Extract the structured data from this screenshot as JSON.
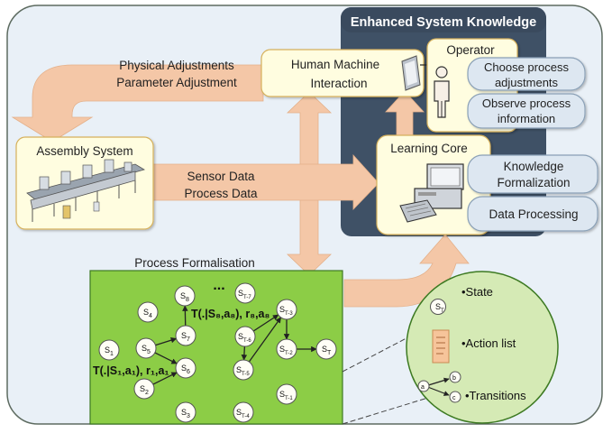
{
  "colors": {
    "panel_bg": "#e9f0f7",
    "panel_border": "#5d6b60",
    "enhanced_bg": "#3f5166",
    "enhanced_title": "#ffffff",
    "node_fill": "#fffde0",
    "node_border": "#d6b15c",
    "arrow_fill": "#f4c7a7",
    "green": "#8ccd46",
    "green_border": "#3d7a22",
    "pill_fill": "#dde7f1",
    "pill_border": "#8aa0b6",
    "circle_zoom": "#d5eab5"
  },
  "enhanced": {
    "title": "Enhanced System Knowledge"
  },
  "hmi": {
    "label_line1": "Human Machine",
    "label_line2": "Interaction"
  },
  "operator": {
    "label": "Operator",
    "icon": "person-icon",
    "actions": [
      {
        "line1": "Choose process",
        "line2": "adjustments"
      },
      {
        "line1": "Observe process",
        "line2": "information"
      }
    ]
  },
  "learning_core": {
    "label": "Learning Core",
    "icon": "computer-icon",
    "actions": [
      {
        "line1": "Knowledge",
        "line2": "Formalization"
      },
      {
        "line1": "Data Processing",
        "line2": ""
      }
    ]
  },
  "assembly": {
    "label": "Assembly System",
    "icon": "assembly-line-icon"
  },
  "flows": {
    "physical_line1": "Physical Adjustments",
    "physical_line2": "Parameter Adjustment",
    "sensor_line1": "Sensor Data",
    "sensor_line2": "Process Data"
  },
  "process": {
    "title": "Process Formalisation",
    "ellipsis": "...",
    "transition_top": "T(.|S₈,a₈), r₈,a₈",
    "transition_bottom": "T(.|S₁,a₁), r₁,a₁",
    "states": [
      {
        "id": "s4",
        "sub": "4"
      },
      {
        "id": "s8",
        "sub": "8"
      },
      {
        "id": "sT7",
        "sub": "T-7"
      },
      {
        "id": "s7",
        "sub": "7"
      },
      {
        "id": "sT6",
        "sub": "T-6"
      },
      {
        "id": "sT3",
        "sub": "T-3"
      },
      {
        "id": "s1",
        "sub": "1"
      },
      {
        "id": "s5",
        "sub": "5"
      },
      {
        "id": "s6",
        "sub": "6"
      },
      {
        "id": "sT2",
        "sub": "T-2"
      },
      {
        "id": "sT",
        "sub": "T"
      },
      {
        "id": "s2",
        "sub": "2"
      },
      {
        "id": "sT5",
        "sub": "T-5"
      },
      {
        "id": "sT1",
        "sub": "T-1"
      },
      {
        "id": "s3",
        "sub": "3"
      },
      {
        "id": "sT4",
        "sub": "T-4"
      }
    ]
  },
  "legend": {
    "state_label": "•State",
    "state_sub": "T",
    "action_label": "•Action list",
    "action_icon": "document-icon",
    "transition_label": "•Transitions",
    "transition_from": "a",
    "transition_mid": "b",
    "transition_to": "c"
  }
}
